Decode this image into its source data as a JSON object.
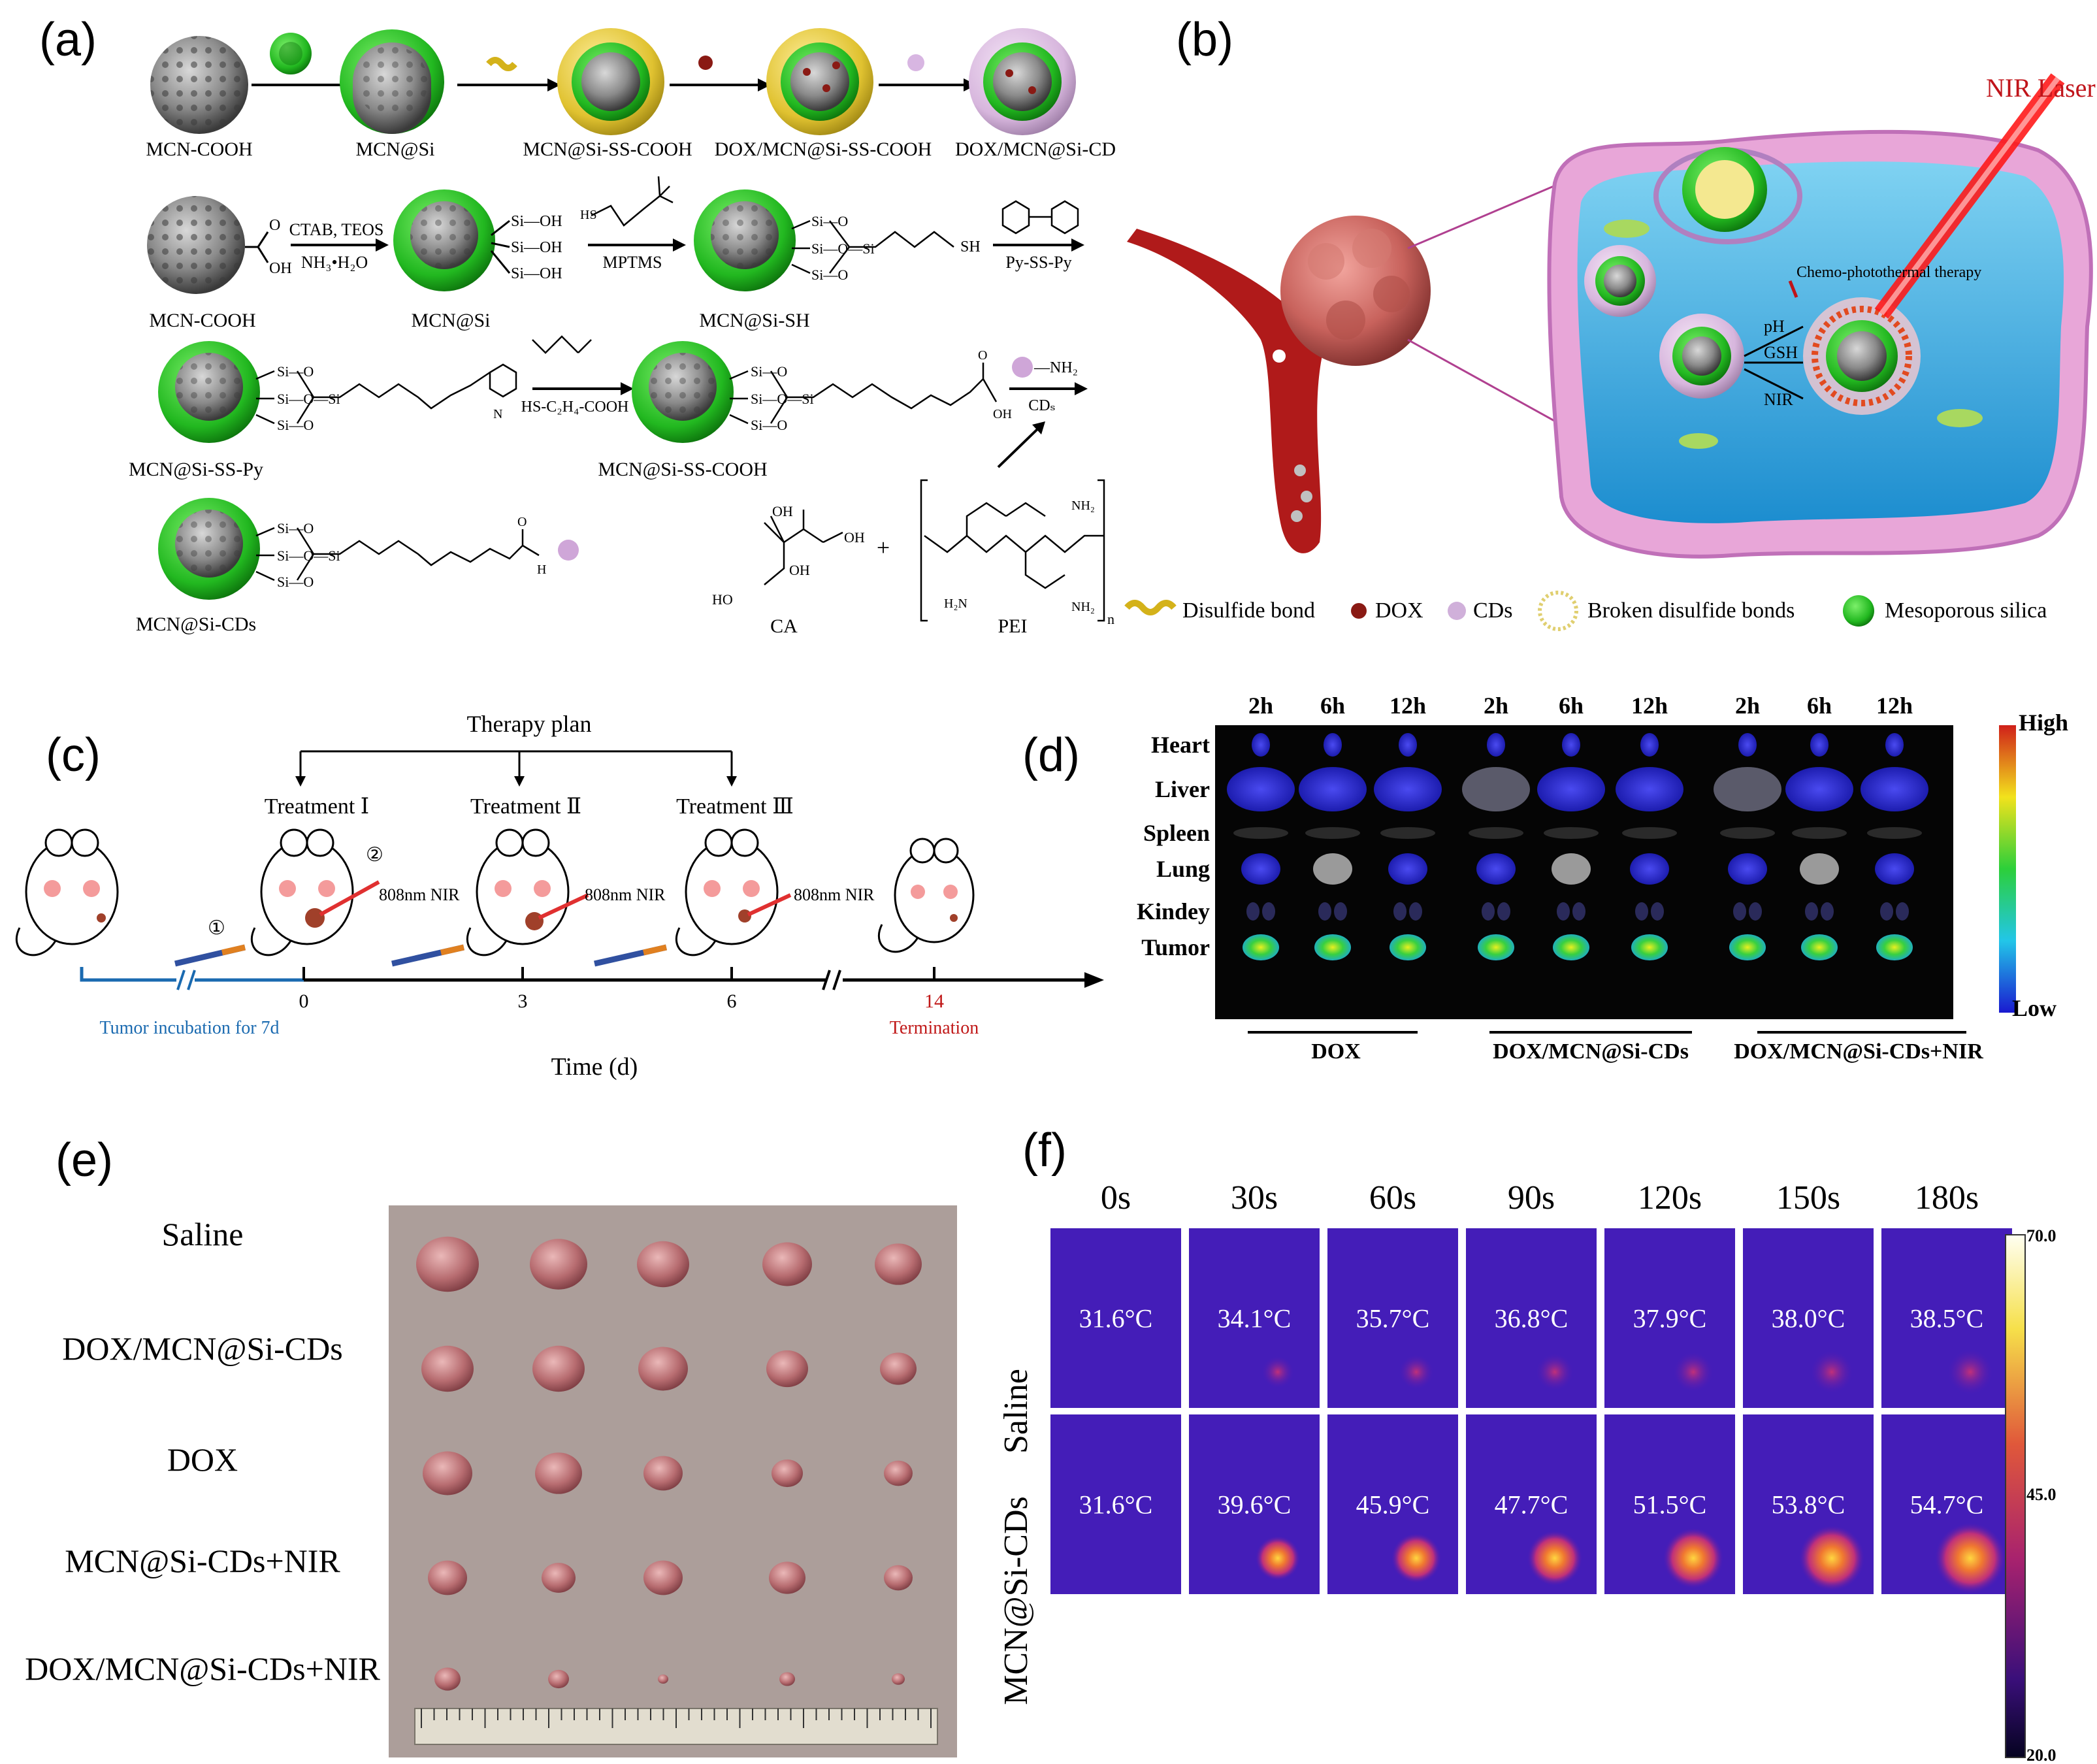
{
  "panel_labels": {
    "a": "(a)",
    "b": "(b)",
    "c": "(c)",
    "d": "(d)",
    "e": "(e)",
    "f": "(f)"
  },
  "panel_a": {
    "top_row": [
      "MCN-COOH",
      "MCN@Si",
      "MCN@Si-SS-COOH",
      "DOX/MCN@Si-SS-COOH",
      "DOX/MCN@Si-CD"
    ],
    "row2": {
      "mcn_cooh": "MCN-COOH",
      "reagent1_top": "CTAB, TEOS",
      "reagent1_bottom": "NH₃•H₂O",
      "mcn_si": "MCN@Si",
      "mptms": "MPTMS",
      "mcn_si_sh": "MCN@Si-SH",
      "pyssy": "Py-SS-Py",
      "siOH": "Si—OH",
      "sh": "SH",
      "hs": "HS"
    },
    "row3": {
      "mcn_si_ss_py": "MCN@Si-SS-Py",
      "hs_reagent": "HS-C₂H₄-COOH",
      "mcn_si_ss_cooh": "MCN@Si-SS-COOH",
      "nh2": "—NH₂",
      "cds": "CDₛ",
      "oh": "OH",
      "o": "O",
      "n": "N"
    },
    "row4": {
      "mcn_si_cds": "MCN@Si-CDs",
      "ca": "CA",
      "pei": "PEI",
      "plus": "+",
      "ho": "HO",
      "oh": "OH",
      "h": "H",
      "nh2": "NH₂",
      "h2n": "H₂N",
      "n_sub": "n"
    }
  },
  "panel_b": {
    "nir_laser": "NIR Laser",
    "therapy": "Chemo-photothermal therapy",
    "ph": "pH",
    "gsh": "GSH",
    "nir": "NIR",
    "legend": [
      "Disulfide bond",
      "DOX",
      "CDs",
      "Broken disulfide bonds",
      "Mesoporous silica"
    ]
  },
  "panel_c": {
    "therapy_plan": "Therapy plan",
    "treatments": [
      "Treatment Ⅰ",
      "Treatment Ⅱ",
      "Treatment Ⅲ"
    ],
    "nir_label": "808nm NIR",
    "step1": "①",
    "step2": "②",
    "ticks": [
      "0",
      "3",
      "6",
      "14"
    ],
    "incubation": "Tumor incubation for 7d",
    "termination": "Termination",
    "xlabel": "Time (d)"
  },
  "panel_d": {
    "times": [
      "2h",
      "6h",
      "12h",
      "2h",
      "6h",
      "12h",
      "2h",
      "6h",
      "12h"
    ],
    "organs": [
      "Heart",
      "Liver",
      "Spleen",
      "Lung",
      "Kindey",
      "Tumor"
    ],
    "groups": [
      "DOX",
      "DOX/MCN@Si-CDs",
      "DOX/MCN@Si-CDs+NIR"
    ],
    "high": "High",
    "low": "Low"
  },
  "panel_e": {
    "groups": [
      "Saline",
      "DOX/MCN@Si-CDs",
      "DOX",
      "MCN@Si-CDs+NIR",
      "DOX/MCN@Si-CDs+NIR"
    ]
  },
  "panel_f": {
    "times": [
      "0s",
      "30s",
      "60s",
      "90s",
      "120s",
      "150s",
      "180s"
    ],
    "rows": [
      {
        "label": "Saline",
        "temps": [
          "31.6°C",
          "34.1°C",
          "35.7°C",
          "36.8°C",
          "37.9°C",
          "38.0°C",
          "38.5°C"
        ]
      },
      {
        "label": "MCN@Si-CDs",
        "temps": [
          "31.6°C",
          "39.6°C",
          "45.9°C",
          "47.7°C",
          "51.5°C",
          "53.8°C",
          "54.7°C"
        ]
      }
    ],
    "scale": [
      "70.0",
      "45.0",
      "20.0"
    ]
  }
}
